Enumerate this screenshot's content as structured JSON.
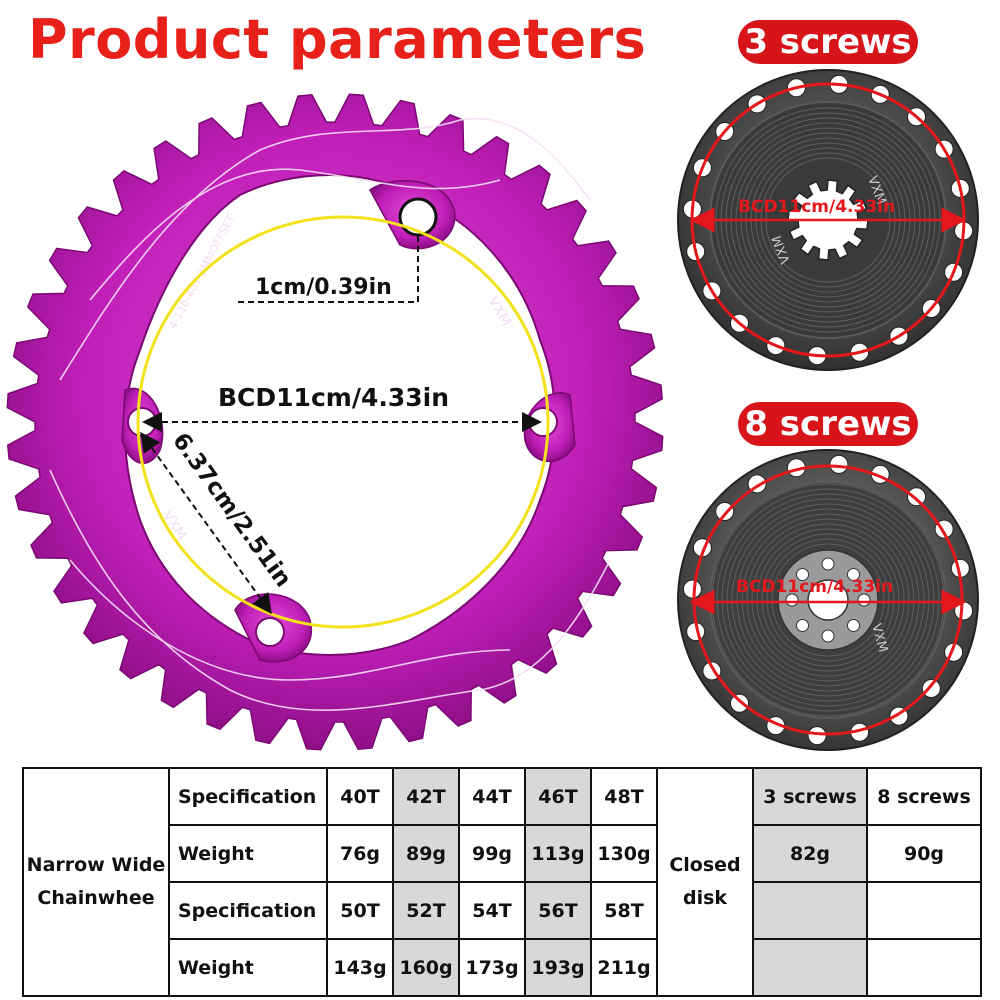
{
  "header": {
    "title": "Product parameters",
    "badge_three": "3 screws",
    "badge_eight": "8 screws"
  },
  "chainring": {
    "bolt_hole_dim": "1cm/0.39in",
    "bcd_dim": "BCD11cm/4.33in",
    "bolt_spacing_dim": "6.37cm/2.51in",
    "engraving": "4-110-40T 3MMOFFSET",
    "brand_mark": "VXM",
    "color": "#c01fb8"
  },
  "disk_three": {
    "bcd_dim": "BCD11cm/4.33in",
    "brand_mark": "VXM",
    "color": "#4a4a4a"
  },
  "disk_eight": {
    "bcd_dim": "BCD11cm/4.33in",
    "brand_mark": "VXM",
    "color": "#4a4a4a"
  },
  "table": {
    "row_header": "Narrow Wide Chainwhee",
    "rows": [
      {
        "label": "Specification",
        "values": [
          "40T",
          "42T",
          "44T",
          "46T",
          "48T"
        ]
      },
      {
        "label": "Weight",
        "values": [
          "76g",
          "89g",
          "99g",
          "113g",
          "130g"
        ]
      },
      {
        "label": "Specification",
        "values": [
          "50T",
          "52T",
          "54T",
          "56T",
          "58T"
        ]
      },
      {
        "label": "Weight",
        "values": [
          "143g",
          "160g",
          "173g",
          "193g",
          "211g"
        ]
      }
    ],
    "closed_disk": {
      "label": "Closed disk",
      "options": [
        "3 screws",
        "8 screws"
      ],
      "weights": [
        "82g",
        "90g"
      ]
    },
    "shade_color": "#d8d8d8",
    "accent": "#e3171c"
  }
}
